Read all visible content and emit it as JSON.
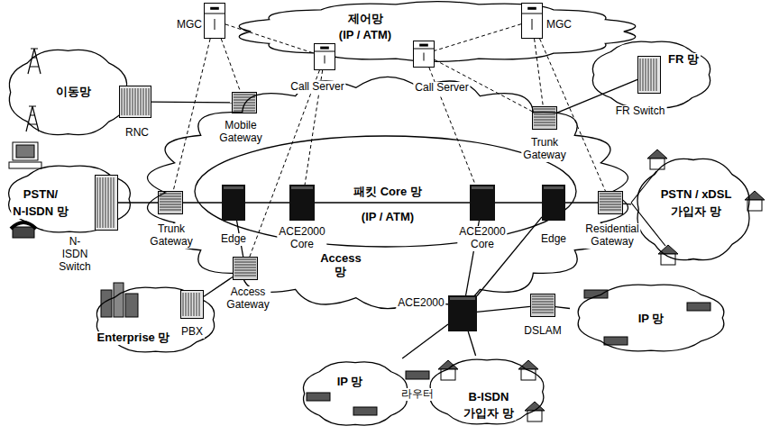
{
  "diagram": {
    "nodes": [
      {
        "text": [
          "제어망",
          "(IP / ATM)"
        ]
      },
      {
        "text": [
          "MGC"
        ]
      },
      {
        "text": [
          "Call Server"
        ],
        "in": 0
      },
      {
        "text": [
          "Call Server"
        ],
        "in": 0
      },
      {
        "text": [
          "MGC"
        ]
      },
      {
        "text": [
          "이동망"
        ]
      },
      {
        "text": [
          "RNC"
        ]
      },
      {
        "text": [
          "Mobile Gateway"
        ]
      },
      {
        "text": [
          "FR 망"
        ]
      },
      {
        "text": [
          "FR Switch"
        ],
        "in": 8
      },
      {
        "text": [
          "Trunk Gateway"
        ]
      },
      {
        "text": [
          "PSTN/",
          "N-ISDN 망"
        ]
      },
      {
        "text": [
          "N-ISDN Switch"
        ],
        "in": 11
      },
      {
        "text": [
          "Trunk Gateway"
        ]
      },
      {
        "text": [
          "Access 망"
        ]
      },
      {
        "text": [
          "패킷 Core 망",
          "(IP / ATM)"
        ],
        "in": 14
      },
      {
        "text": [
          "Edge"
        ],
        "in": 15
      },
      {
        "text": [
          "ACE2000 Core"
        ],
        "in": 15
      },
      {
        "text": [
          "ACE2000 Core"
        ],
        "in": 15
      },
      {
        "text": [
          "Edge"
        ],
        "in": 15
      },
      {
        "text": [
          "Residential Gateway"
        ]
      },
      {
        "text": [
          "PSTN / xDSL",
          "가입자 망"
        ]
      },
      {
        "text": [
          "Access Gateway"
        ],
        "in": 14
      },
      {
        "text": [
          "Enterprise 망"
        ]
      },
      {
        "text": [
          "PBX"
        ],
        "in": 23
      },
      {
        "text": [
          "ACE2000"
        ]
      },
      {
        "text": [
          "DSLAM"
        ]
      },
      {
        "text": [
          "IP 망"
        ]
      },
      {
        "text": [
          "IP 망"
        ]
      },
      {
        "text": [
          "B-ISDN",
          "가입자 망"
        ]
      }
    ],
    "edges": [
      {
        "from": 6,
        "to": 7,
        "arrow": "none"
      },
      {
        "from": 9,
        "to": 10,
        "arrow": "none"
      },
      {
        "from": 12,
        "to": 13,
        "arrow": "none"
      },
      {
        "from": 13,
        "to": 16,
        "arrow": "none"
      },
      {
        "from": 16,
        "to": 17,
        "arrow": "none"
      },
      {
        "from": 17,
        "to": 18,
        "arrow": "none"
      },
      {
        "from": 18,
        "to": 19,
        "arrow": "none"
      },
      {
        "from": 19,
        "to": 20,
        "arrow": "none"
      },
      {
        "from": 20,
        "to": 21,
        "arrow": "none"
      },
      {
        "from": 24,
        "to": 22,
        "arrow": "none"
      },
      {
        "from": 25,
        "to": 18,
        "arrow": "none"
      },
      {
        "from": 25,
        "to": 19,
        "arrow": "none"
      },
      {
        "from": 25,
        "to": 28,
        "arrow": "none"
      },
      {
        "from": 25,
        "to": 29,
        "arrow": "none"
      },
      {
        "from": 25,
        "to": 26,
        "arrow": "none"
      },
      {
        "from": 26,
        "to": 27,
        "arrow": "none"
      },
      {
        "from": 22,
        "to": 16,
        "arrow": "none"
      },
      {
        "from": 1,
        "to": 13,
        "arrow": "none"
      },
      {
        "from": 1,
        "to": 7,
        "arrow": "none"
      },
      {
        "from": 1,
        "to": 2,
        "arrow": "none"
      },
      {
        "from": 2,
        "to": 17,
        "arrow": "none"
      },
      {
        "from": 2,
        "to": 22,
        "arrow": "none"
      },
      {
        "from": 3,
        "to": 18,
        "arrow": "none"
      },
      {
        "from": 3,
        "to": 10,
        "arrow": "none"
      },
      {
        "from": 4,
        "to": 3,
        "arrow": "none"
      },
      {
        "from": 4,
        "to": 10,
        "arrow": "none"
      },
      {
        "from": 4,
        "to": 20,
        "arrow": "none"
      }
    ],
    "labels": [
      "라우터"
    ]
  }
}
